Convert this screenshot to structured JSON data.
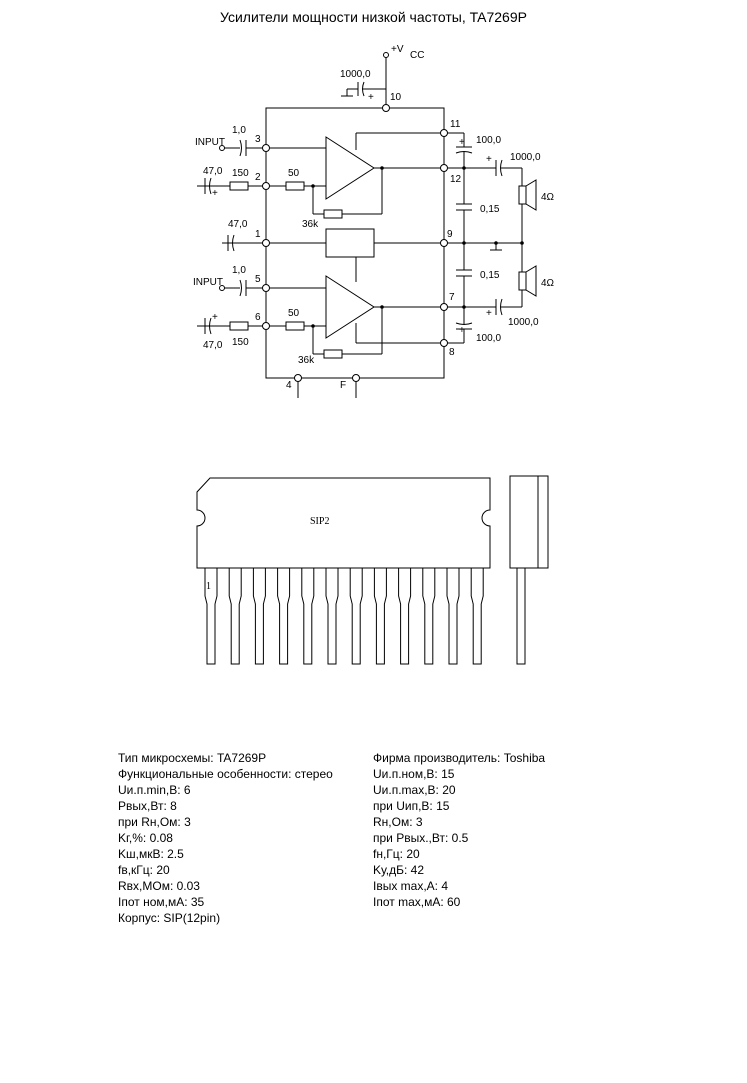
{
  "title": "Усилители мощности низкой частоты, TA7269P",
  "schematic": {
    "supply": "+V",
    "supply_sub": "CC",
    "cap_supply": "1000,0",
    "plus": "+",
    "input_label": "INPUT",
    "cap_in": "1,0",
    "cap_fb": "47,0",
    "cap_pin1": "47,0",
    "r_150": "150",
    "r_50": "50",
    "r_36k": "36k",
    "cap_boot": "100,0",
    "cap_out": "1000,0",
    "cap_zobel": "0,15",
    "speaker": "4Ω",
    "pins": [
      "10",
      "11",
      "12",
      "9",
      "7",
      "8",
      "3",
      "2",
      "1",
      "5",
      "6",
      "4"
    ],
    "ground_f": "F"
  },
  "package": {
    "name": "SIP2",
    "pin1": "1"
  },
  "specs": {
    "left": [
      "Тип микросхемы: TA7269P",
      "Функциональные особенности: стерео",
      "Uи.п.min,В: 6",
      "Pвых,Вт: 8",
      "при Rн,Ом: 3",
      "Kг,%: 0.08",
      "Kш,мкВ: 2.5",
      "fв,кГц: 20",
      "Rвх,МОм: 0.03",
      "Iпот ном,мА: 35",
      "Корпус: SIP(12pin)"
    ],
    "right": [
      "Фирма производитель: Toshiba",
      "Uи.п.ном,В: 15",
      "Uи.п.max,В: 20",
      "при Uип,В: 15",
      "Rн,Ом: 3",
      "при Pвых.,Вт: 0.5",
      "fн,Гц: 20",
      "Kу,дБ: 42",
      "Iвых max,А: 4",
      "Iпот max,мА: 60"
    ]
  }
}
